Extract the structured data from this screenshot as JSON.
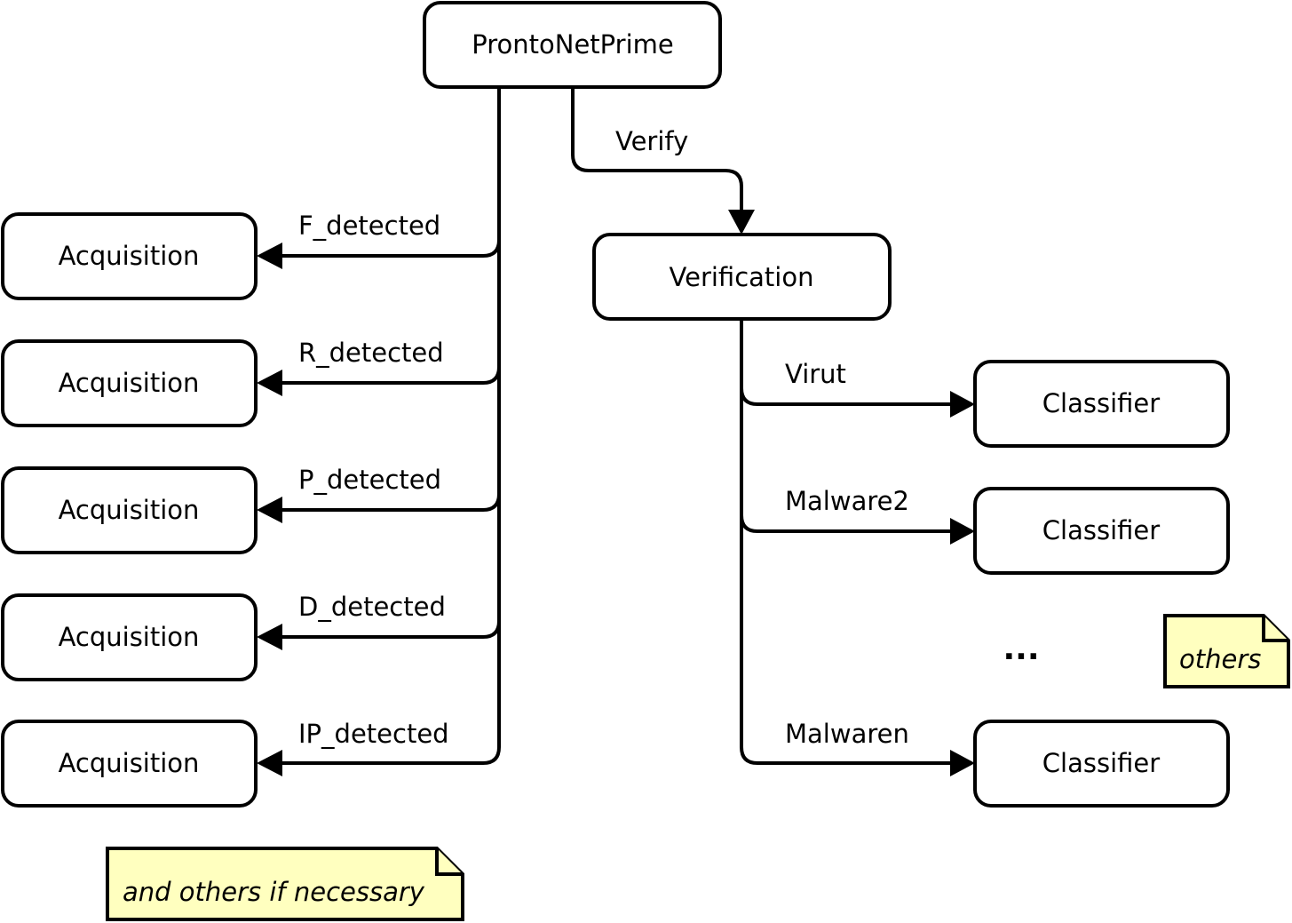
{
  "diagram": {
    "root": {
      "label": "ProntoNetPrime"
    },
    "verification": {
      "label": "Verification",
      "edge_label": "Verify"
    },
    "acquisitions": [
      {
        "label": "Acquisition",
        "edge_label": "F_detected"
      },
      {
        "label": "Acquisition",
        "edge_label": "R_detected"
      },
      {
        "label": "Acquisition",
        "edge_label": "P_detected"
      },
      {
        "label": "Acquisition",
        "edge_label": "D_detected"
      },
      {
        "label": "Acquisition",
        "edge_label": "IP_detected"
      }
    ],
    "classifiers": [
      {
        "label": "Classifier",
        "edge_label": "Virut"
      },
      {
        "label": "Classifier",
        "edge_label": "Malware2"
      },
      {
        "label": "Classifier",
        "edge_label": "Malwaren"
      }
    ],
    "ellipsis": "...",
    "notes": {
      "acquisitions_note": "and others if necessary",
      "classifiers_note": "others"
    },
    "colors": {
      "note_fill": "#ffffbf",
      "stroke": "#000000"
    }
  }
}
